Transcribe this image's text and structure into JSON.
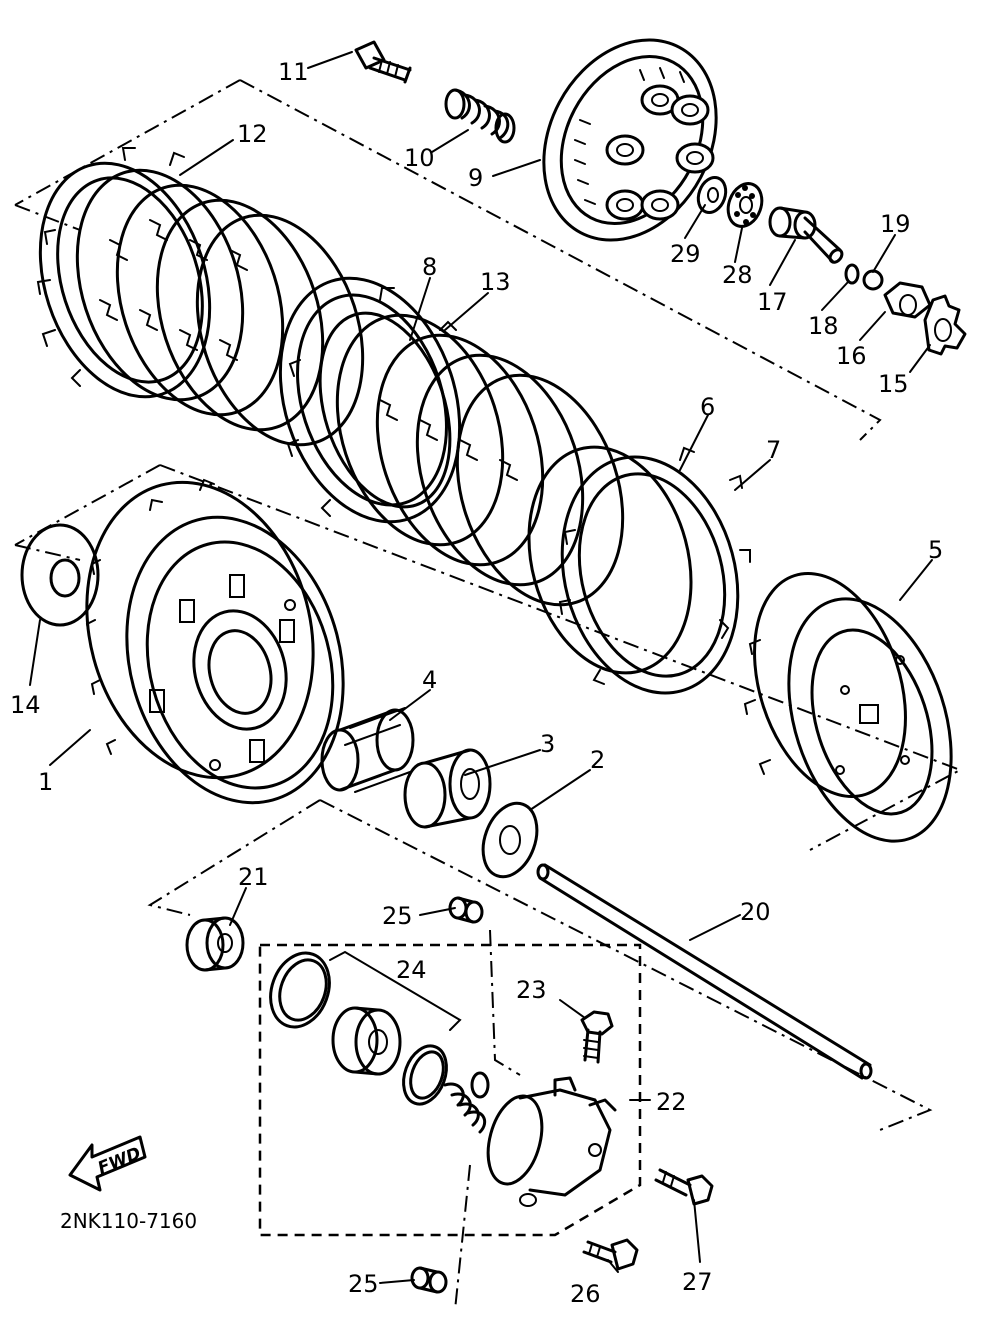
{
  "diagram": {
    "code": "2NK110-7160",
    "direction_label": "FWD",
    "callouts": [
      "1",
      "2",
      "3",
      "4",
      "5",
      "6",
      "7",
      "8",
      "9",
      "10",
      "11",
      "12",
      "13",
      "14",
      "15",
      "16",
      "17",
      "18",
      "19",
      "20",
      "21",
      "22",
      "23",
      "24",
      "25",
      "25",
      "26",
      "27",
      "28",
      "29"
    ]
  }
}
